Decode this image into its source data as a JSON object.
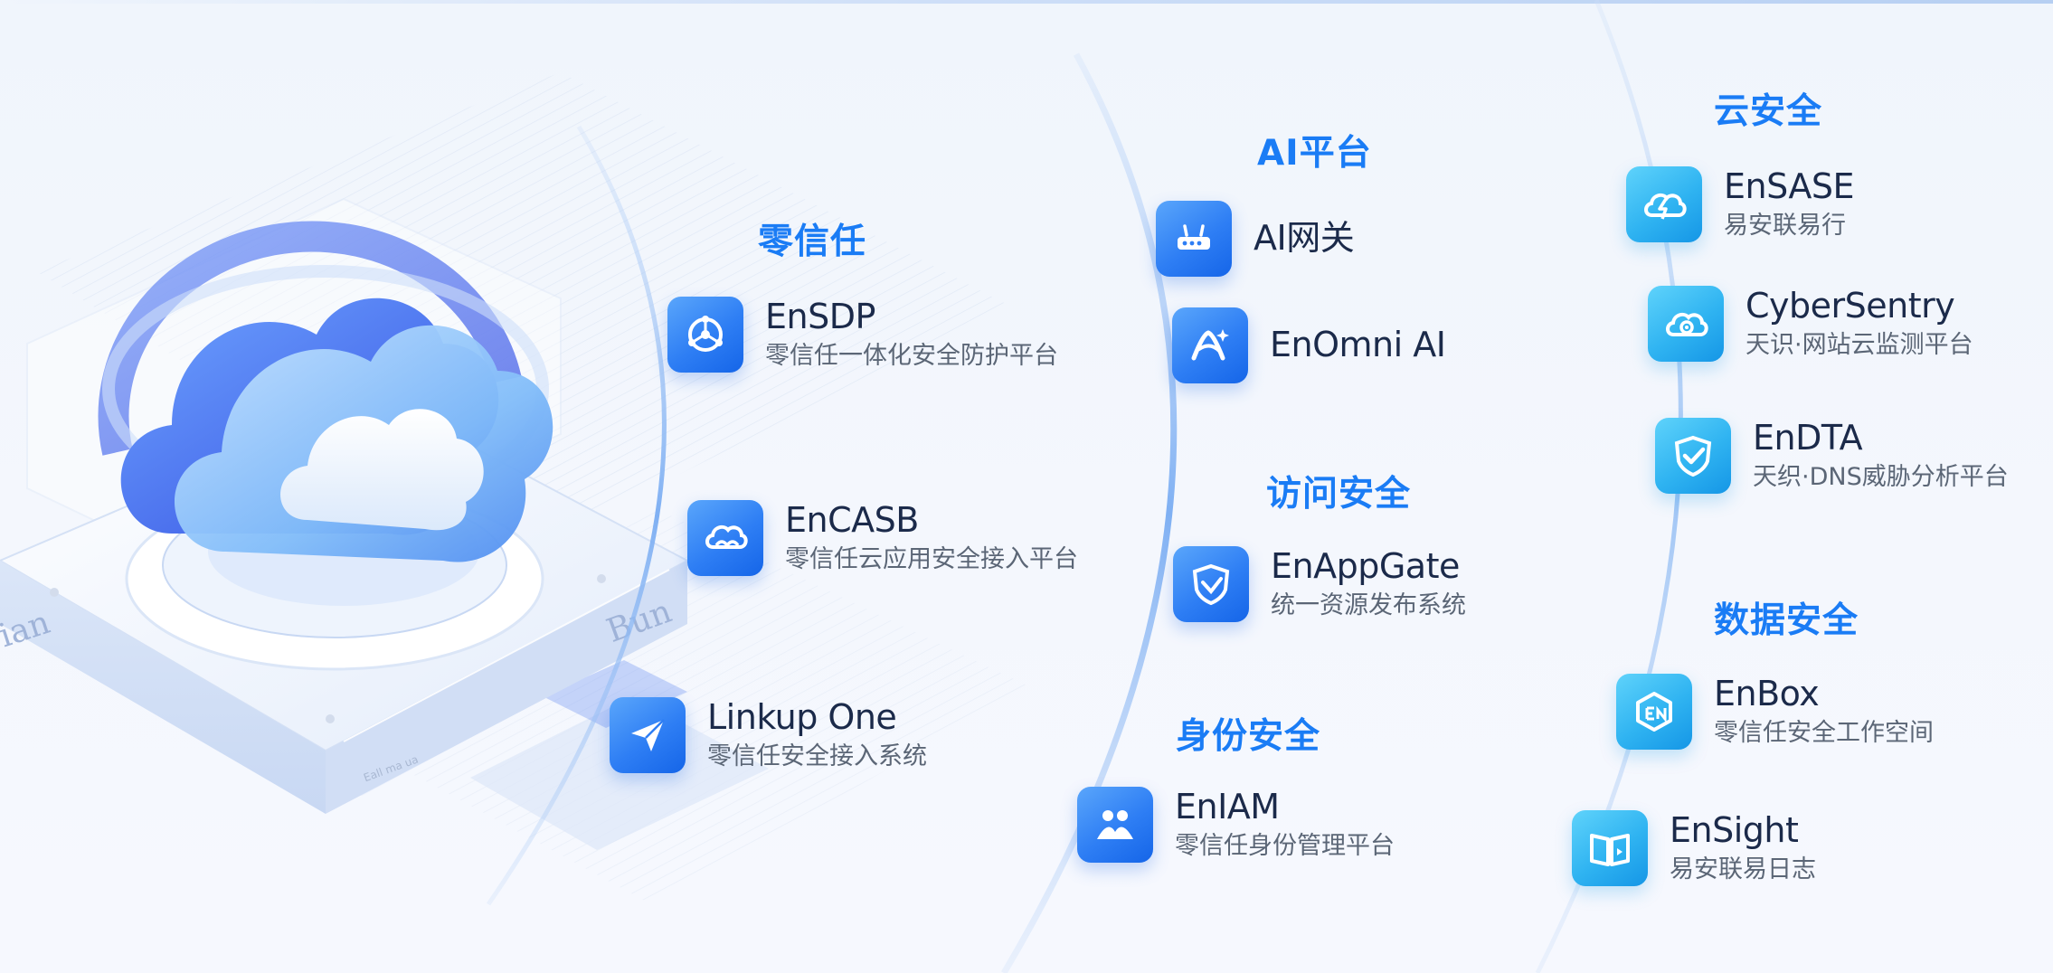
{
  "colors": {
    "accent": "#1a7cf5",
    "title_text": "#1b2a4a",
    "desc_text": "#5b6676",
    "icon_blue": "#2e7ef4",
    "icon_cyan": "#2fb3f1"
  },
  "illustration": {
    "panel_marks": [
      "ian",
      "Bun",
      "Eall ma ua"
    ]
  },
  "categories": {
    "zero_trust": {
      "title": "零信任",
      "products": [
        {
          "name": "EnSDP",
          "desc": "零信任一体化安全防护平台",
          "icon": "shield-network-icon"
        },
        {
          "name": "EnCASB",
          "desc": "零信任云应用安全接入平台",
          "icon": "cloud-link-icon"
        },
        {
          "name": "Linkup One",
          "desc": "零信任安全接入系统",
          "icon": "paper-plane-icon"
        }
      ]
    },
    "ai_platform": {
      "title": "AI平台",
      "products": [
        {
          "name": "AI网关",
          "icon": "router-icon"
        },
        {
          "name": "EnOmni AI",
          "icon": "ai-sparkle-icon"
        }
      ]
    },
    "access_security": {
      "title": "访问安全",
      "products": [
        {
          "name": "EnAppGate",
          "desc": "统一资源发布系统",
          "icon": "gate-shield-icon"
        }
      ]
    },
    "identity_security": {
      "title": "身份安全",
      "products": [
        {
          "name": "EnIAM",
          "desc": "零信任身份管理平台",
          "icon": "users-icon"
        }
      ]
    },
    "cloud_security": {
      "title": "云安全",
      "products": [
        {
          "name": "EnSASE",
          "desc": "易安联易行",
          "icon": "cloud-bolt-icon"
        },
        {
          "name": "CyberSentry",
          "desc": "天识·网站云监测平台",
          "icon": "cloud-eye-icon"
        },
        {
          "name": "EnDTA",
          "desc": "天织·DNS威胁分析平台",
          "icon": "shield-check-icon"
        }
      ]
    },
    "data_security": {
      "title": "数据安全",
      "products": [
        {
          "name": "EnBox",
          "desc": "零信任安全工作空间",
          "icon": "box-icon"
        },
        {
          "name": "EnSight",
          "desc": "易安联易日志",
          "icon": "book-icon"
        }
      ]
    }
  }
}
